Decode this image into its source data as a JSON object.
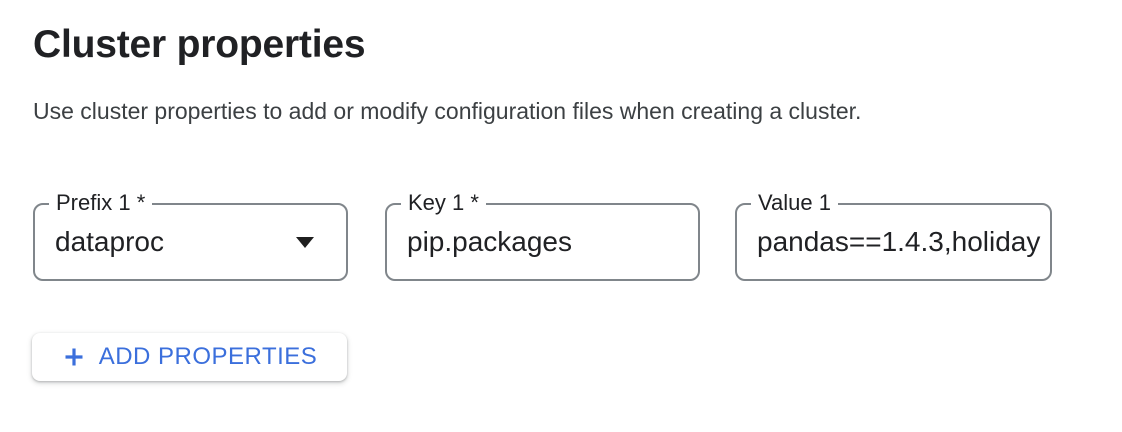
{
  "header": {
    "title": "Cluster properties",
    "description": "Use cluster properties to add or modify configuration files when creating a cluster."
  },
  "property_row": {
    "prefix": {
      "label": "Prefix 1 *",
      "value": "dataproc",
      "control": "dropdown",
      "required": true
    },
    "key": {
      "label": "Key 1 *",
      "value": "pip.packages",
      "required": true
    },
    "value": {
      "label": "Value 1",
      "value": "pandas==1.4.3,holiday",
      "required": false
    }
  },
  "actions": {
    "add_properties": {
      "label": "ADD PROPERTIES",
      "icon": "plus-icon"
    }
  },
  "icons": {
    "prefix_dropdown": "caret-down-icon",
    "add": "plus-icon"
  },
  "colors": {
    "accent_blue": "#3b6fdc",
    "field_border": "#80868b",
    "text_primary": "#202124",
    "text_secondary": "#3c4043",
    "caret_black": "#1f1f1f",
    "background": "#ffffff"
  }
}
